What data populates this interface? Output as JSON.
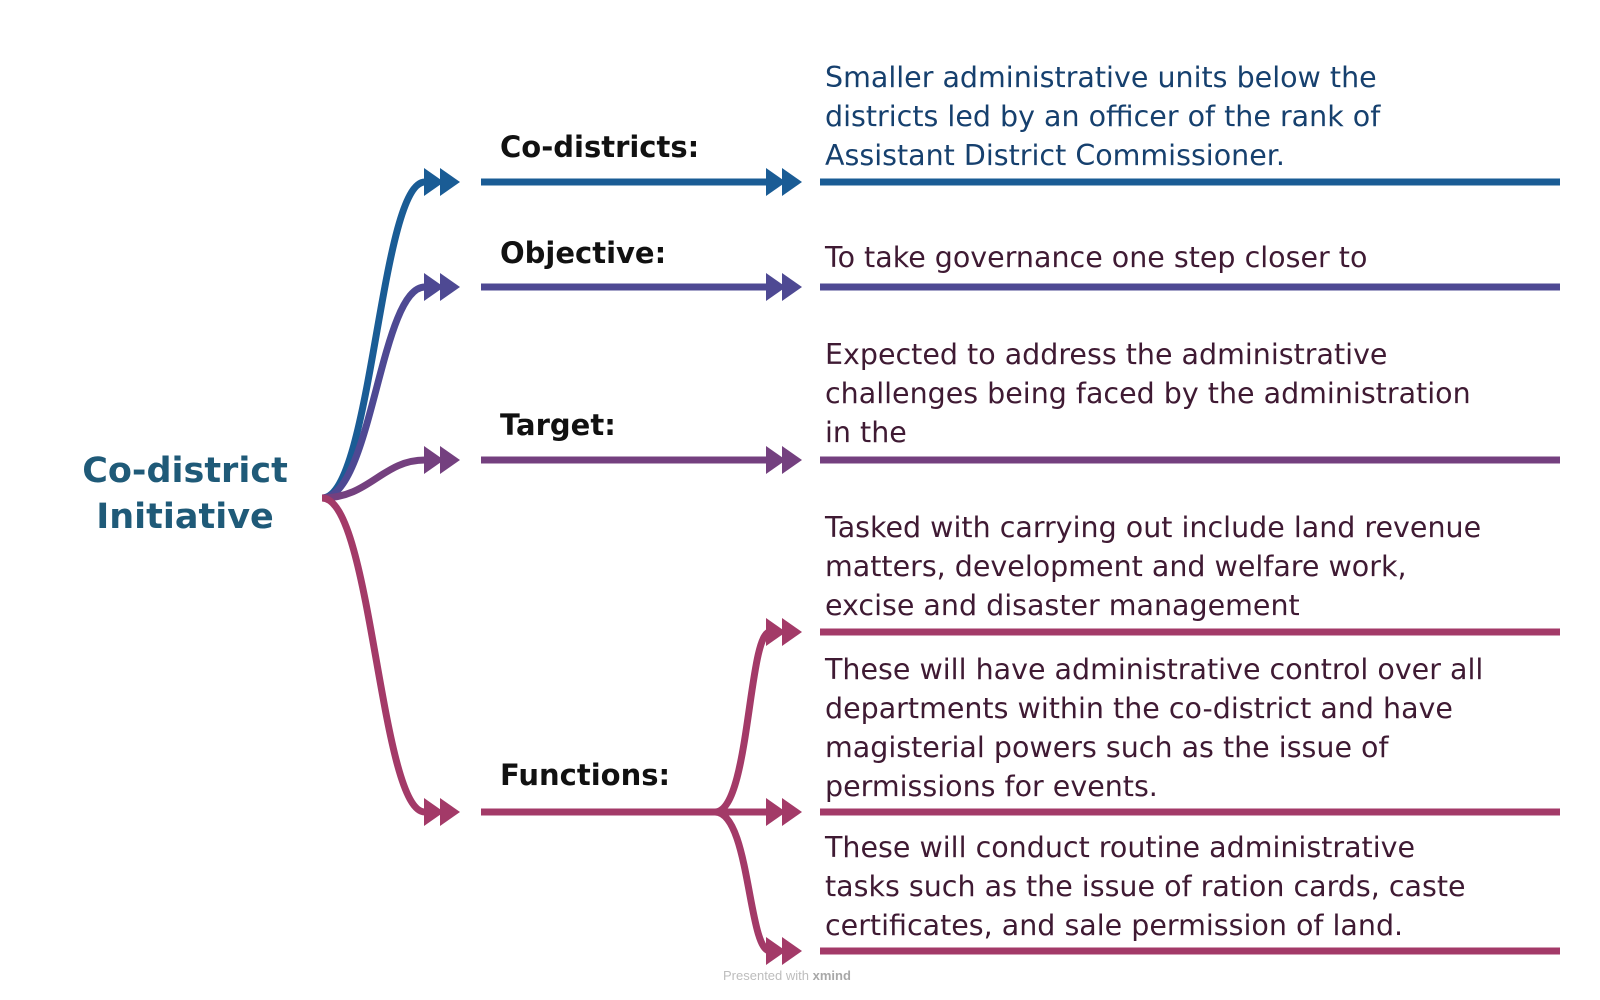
{
  "root": {
    "line1": "Co-district",
    "line2": "Initiative"
  },
  "branches": [
    {
      "label": "Co-districts:",
      "color": "#1a5c95",
      "descriptions": [
        [
          "Smaller administrative units below the",
          "districts led by an officer of the rank of",
          "Assistant District Commissioner."
        ]
      ]
    },
    {
      "label": "Objective:",
      "color": "#4e4993",
      "descriptions": [
        [
          "To take governance one step closer to"
        ]
      ]
    },
    {
      "label": "Target:",
      "color": "#74407f",
      "descriptions": [
        [
          "Expected to address the administrative",
          "challenges being faced by the administration",
          "in the"
        ]
      ]
    },
    {
      "label": "Functions:",
      "color": "#a33a68",
      "descriptions": [
        [
          "Tasked with carrying out include land revenue",
          "matters, development and welfare work,",
          "excise and disaster management"
        ],
        [
          "These will have administrative control over all",
          "departments within the co-district and have",
          "magisterial powers such as the issue of",
          "permissions for events."
        ],
        [
          "These will conduct routine administrative",
          "tasks such as the issue of ration cards, caste",
          "certificates, and sale permission of land."
        ]
      ]
    }
  ],
  "text_colors": {
    "blue": "#16406e",
    "dark": "#3f1a33",
    "root": "#1f5a78"
  },
  "watermark": {
    "prefix": "Presented with",
    "brand": "xmind"
  }
}
